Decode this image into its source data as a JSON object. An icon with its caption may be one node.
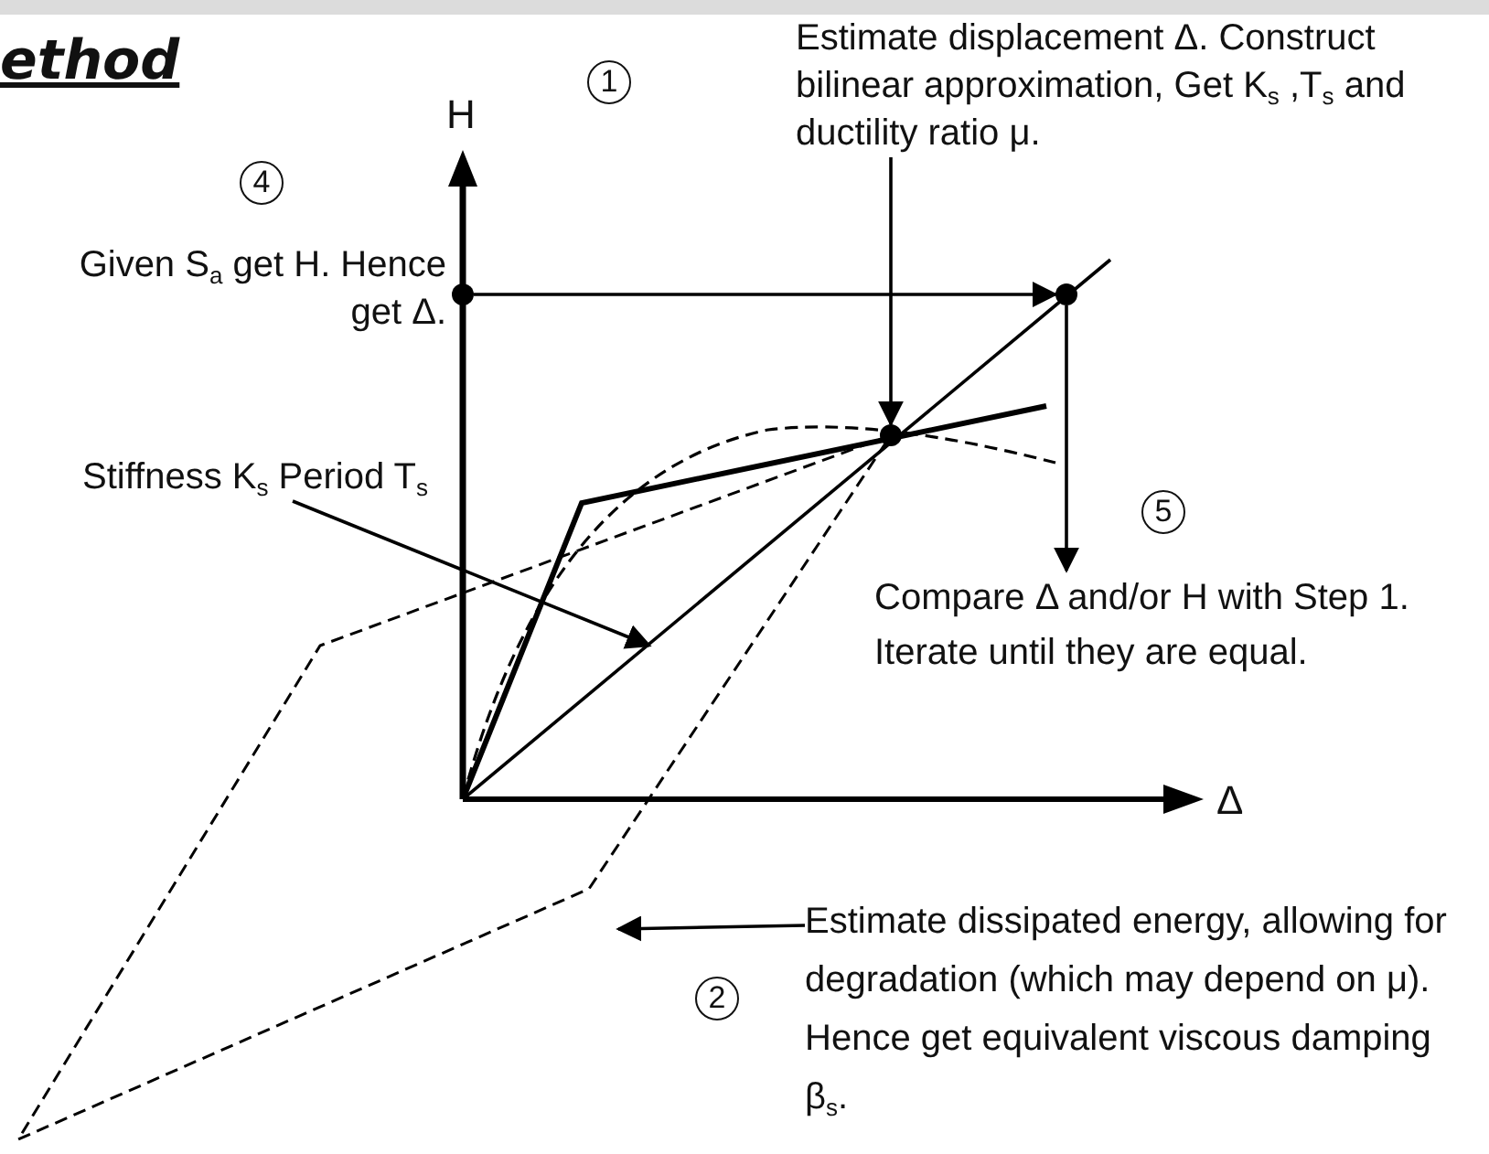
{
  "diagram": {
    "title": "ethod",
    "nodes": [
      {
        "text": [
          "Estimate displacement Δ. Construct bilinear approximation, Get K$_{s}$ ,T$_{s}$ and ductility ratio μ."
        ]
      },
      {
        "text": [],
        "shape": "circle"
      },
      {
        "text": [],
        "shape": "circle"
      },
      {
        "text": [],
        "shape": "circle"
      },
      {
        "text": [
          "Stiffness K$_{s}$ Period T$_{s}$"
        ]
      },
      {
        "text": [
          "Compare Δ and/or H with Step 1. Iterate until they are equal."
        ]
      },
      {
        "text": [
          "Estimate dissipated energy, allowing for degradation (which may depend on μ). Hence get equivalent viscous damping β$_{s}$."
        ]
      }
    ],
    "edges": [
      {
        "from": 0,
        "to": 1,
        "arrow": "to"
      },
      {
        "from": 2,
        "to": 3,
        "arrow": "to"
      },
      {
        "from": 3,
        "to": 5,
        "arrow": "to"
      },
      {
        "from": 4,
        "to": null,
        "arrow": "to"
      },
      {
        "from": 6,
        "to": null,
        "arrow": "to"
      }
    ],
    "labels": [
      "H",
      "1",
      "4",
      "Given S$_{a}$ get H. Hence get Δ.",
      "5",
      "Δ",
      "2"
    ]
  }
}
